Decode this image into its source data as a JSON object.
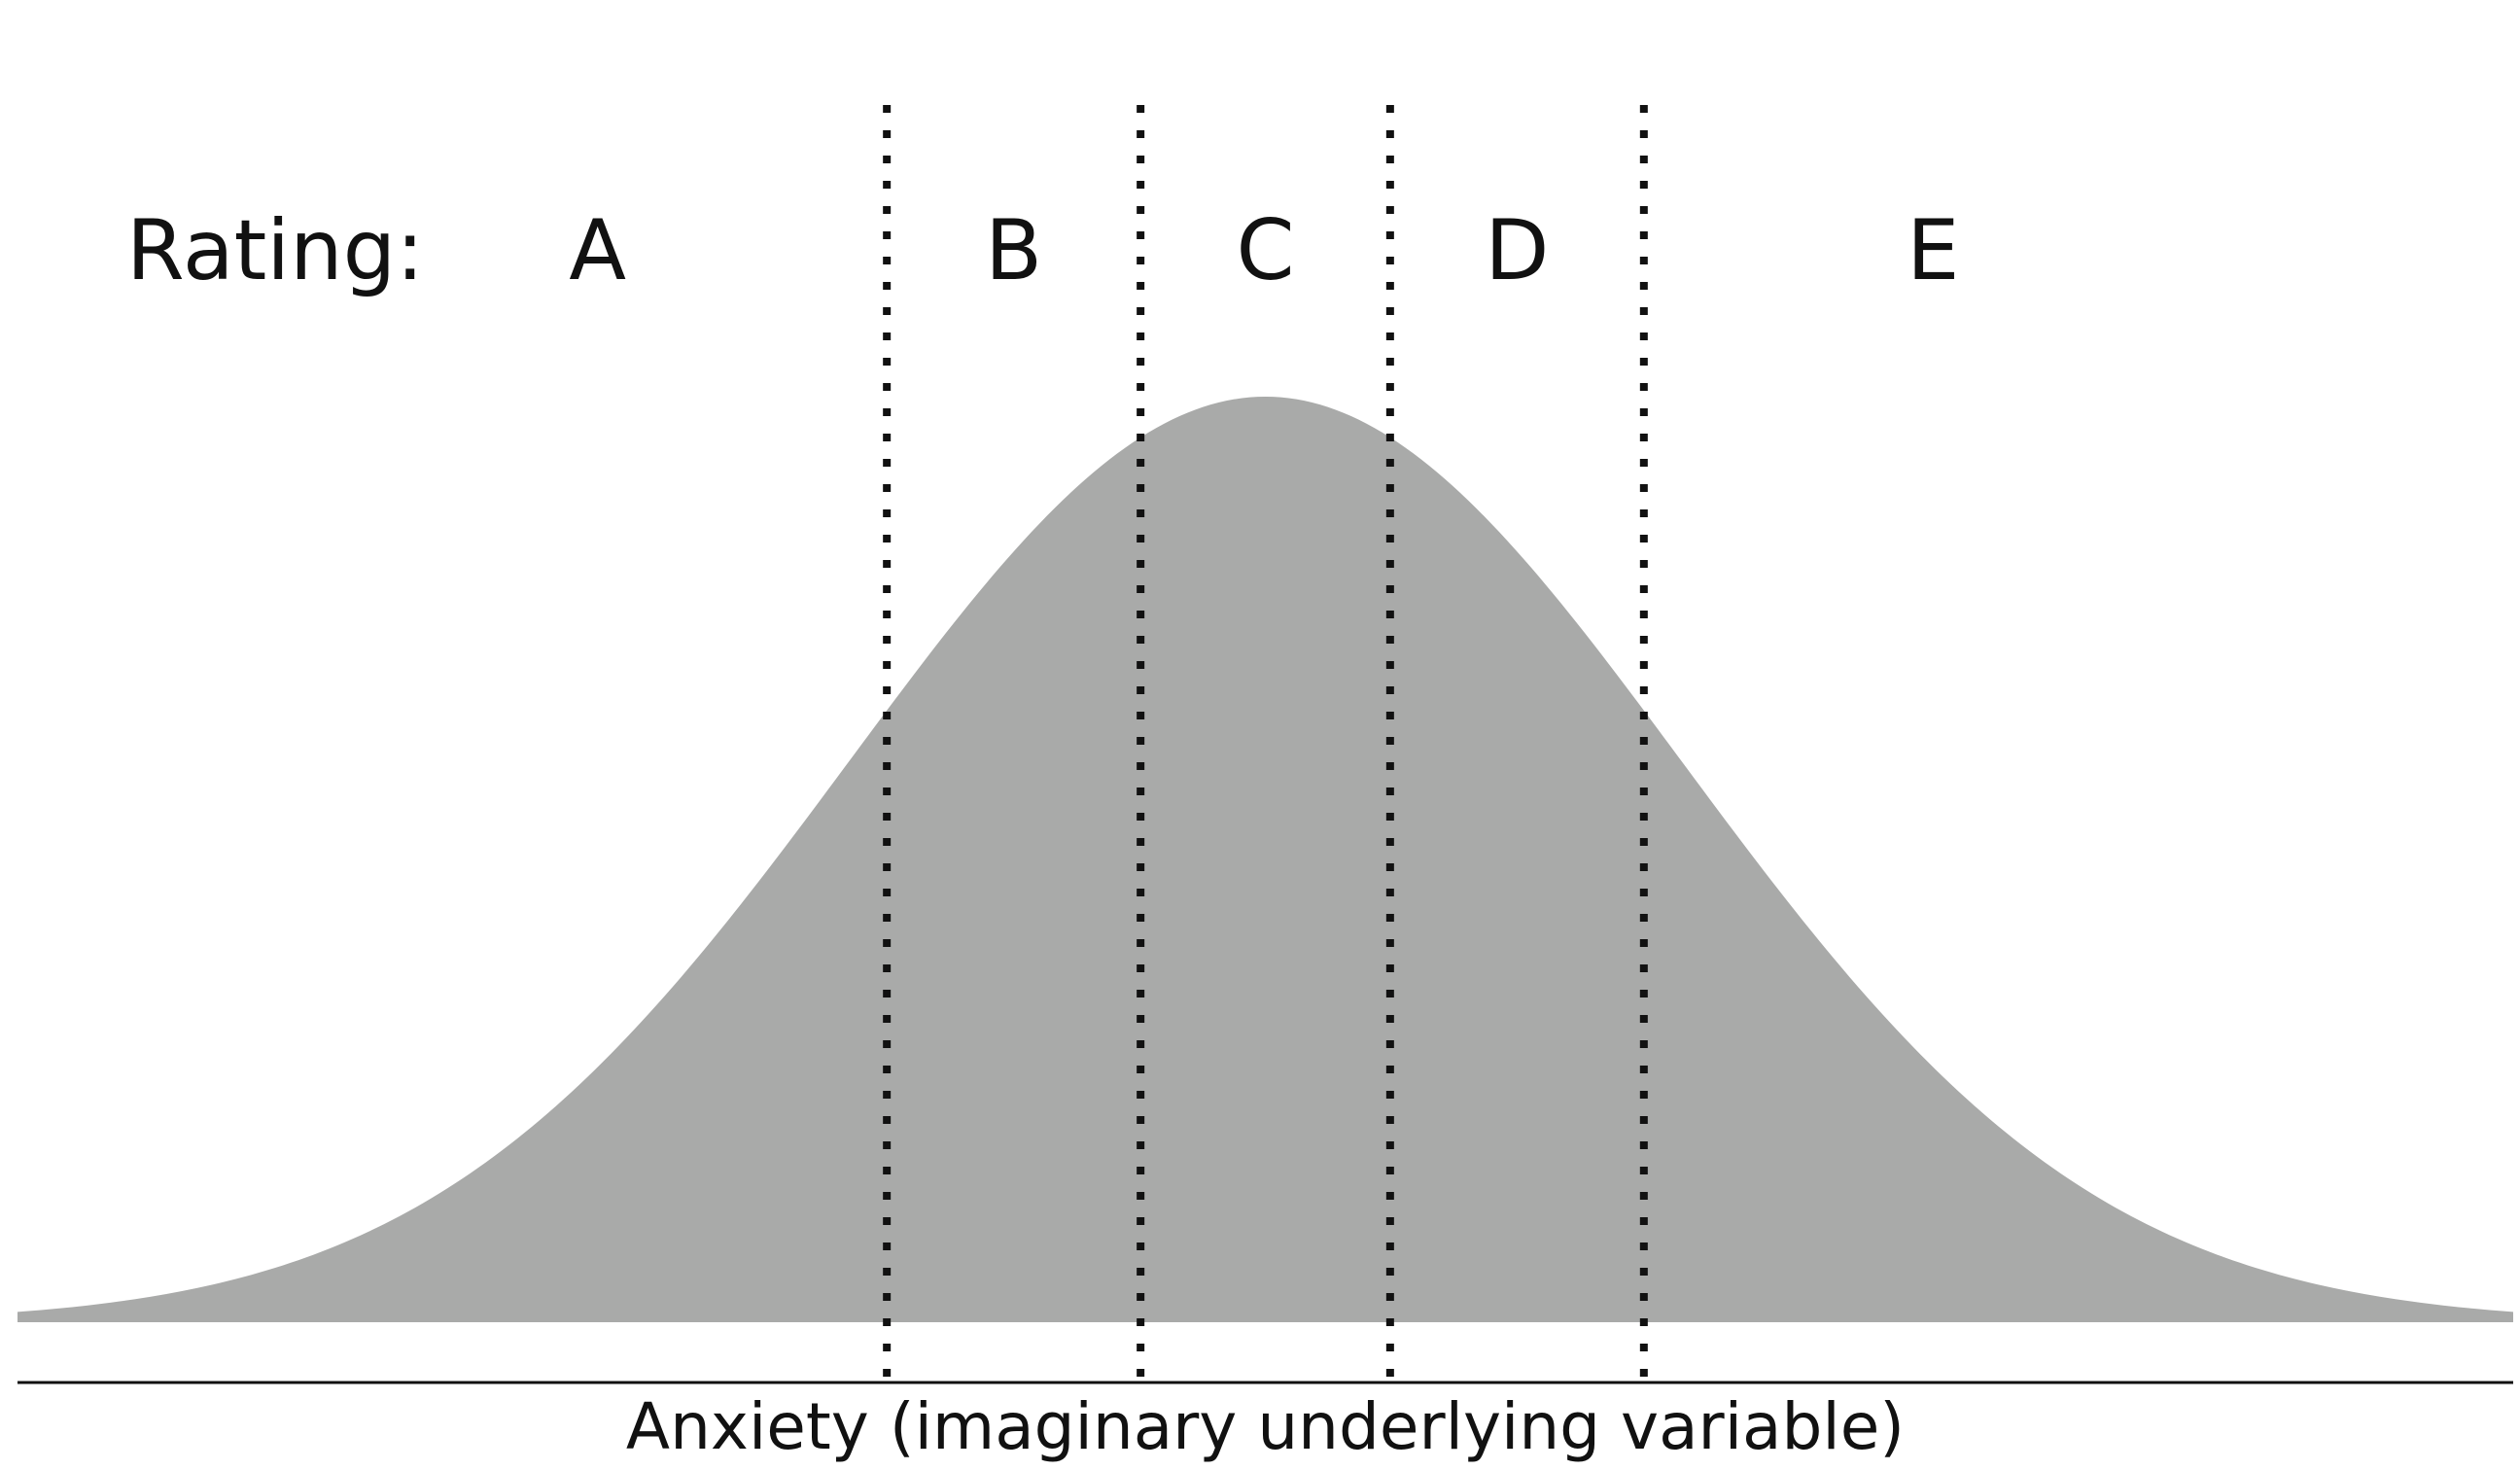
{
  "chart_data": {
    "type": "area",
    "title": "",
    "xlabel": "Anxiety (imaginary underlying variable)",
    "ylabel": "",
    "row_label": "Rating:",
    "distribution": "normal",
    "x_range": [
      -3.0,
      3.0
    ],
    "y_range": [
      0,
      1
    ],
    "cutpoints": [
      -0.91,
      -0.3,
      0.3,
      0.91
    ],
    "categories": [
      "A",
      "B",
      "C",
      "D",
      "E"
    ],
    "grid": false,
    "legend": "none",
    "colors": {
      "fill": "#a9aaa9",
      "cutpoint_line": "#111111",
      "axis": "#111111",
      "text": "#111111"
    }
  }
}
